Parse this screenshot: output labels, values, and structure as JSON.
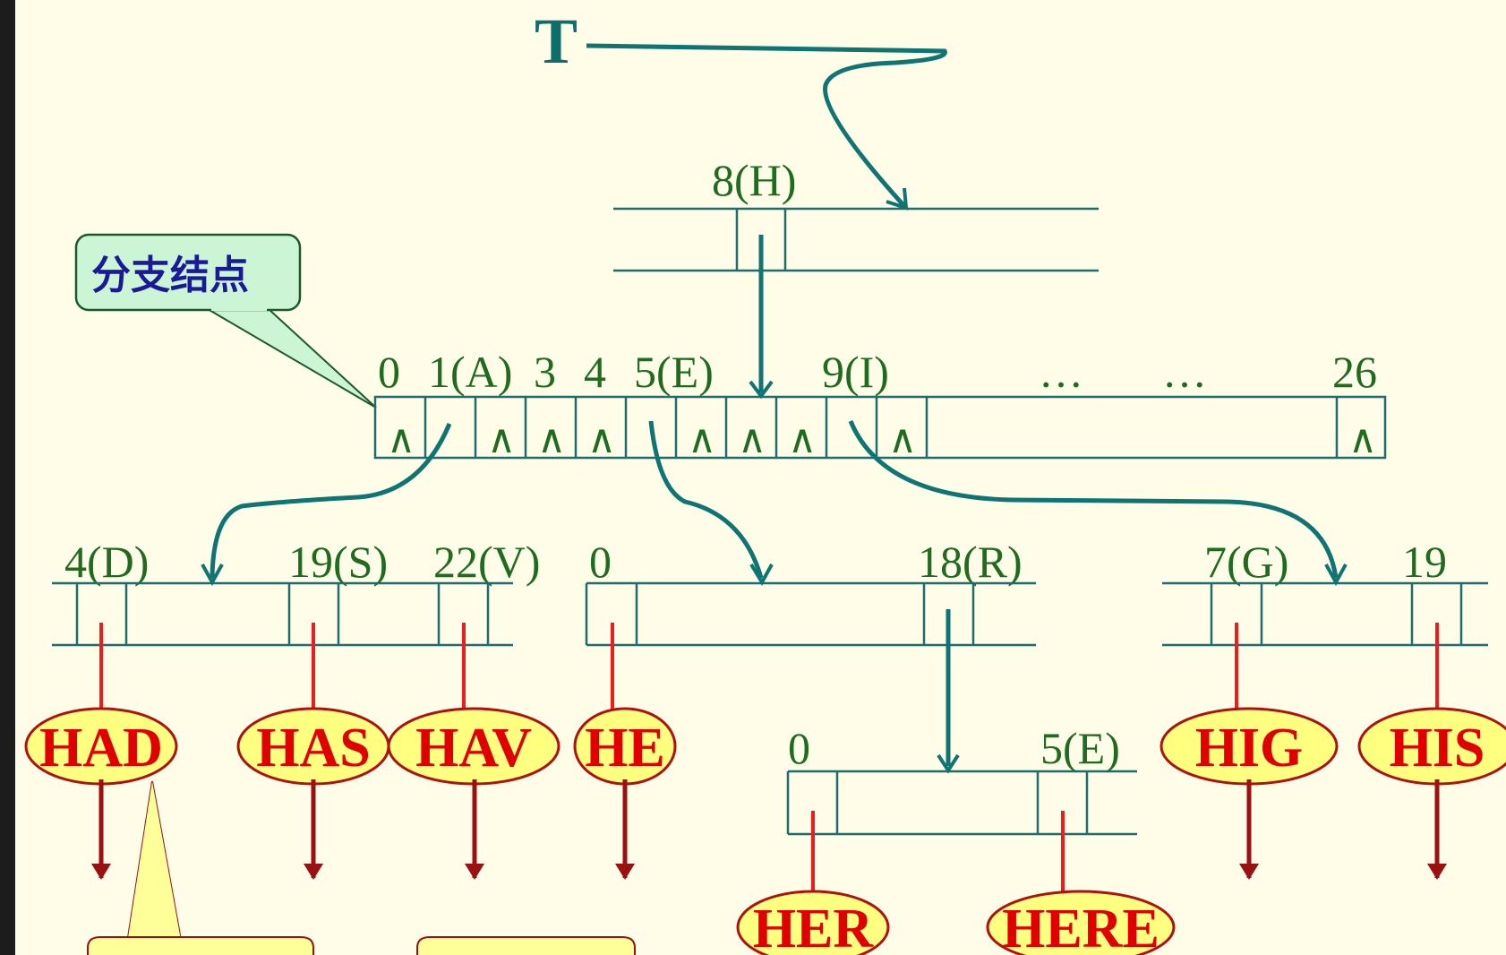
{
  "root_pointer": "T",
  "callout": {
    "text": "分支结点"
  },
  "caret_symbol": "∧",
  "ellipsis": "…",
  "node_h": {
    "label": "8(H)"
  },
  "branch_node": {
    "labels": [
      "0",
      "1(A)",
      "3",
      "4",
      "5(E)",
      "9(I)",
      "26"
    ]
  },
  "node_ha": {
    "labels": [
      "4(D)",
      "19(S)",
      "22(V)"
    ]
  },
  "node_he": {
    "labels": [
      "0",
      "18(R)"
    ]
  },
  "node_hi": {
    "labels": [
      "7(G)",
      "19"
    ]
  },
  "node_her": {
    "labels": [
      "0",
      "5(E)"
    ]
  },
  "words": {
    "had": "HAD",
    "has": "HAS",
    "hav": "HAV",
    "he": "HE",
    "her": "HER",
    "here": "HERE",
    "hig": "HIG",
    "his": "HIS"
  }
}
